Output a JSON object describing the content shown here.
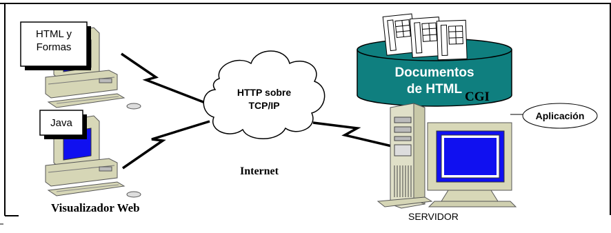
{
  "clients": {
    "top_box": "HTML y\nFormas",
    "bottom_box": "Java",
    "caption": "Visualizador Web"
  },
  "network": {
    "cloud_text": "HTTP sobre\nTCP/IP",
    "caption": "Internet"
  },
  "server": {
    "db_label": "Documentos\nde HTML",
    "cgi_label": "CGI",
    "app_label": "Aplicación",
    "caption": "SERVIDOR"
  },
  "colors": {
    "cylinder": "#0f7f7f",
    "screen": "#0000ff",
    "beige": "#e6e6cc"
  }
}
